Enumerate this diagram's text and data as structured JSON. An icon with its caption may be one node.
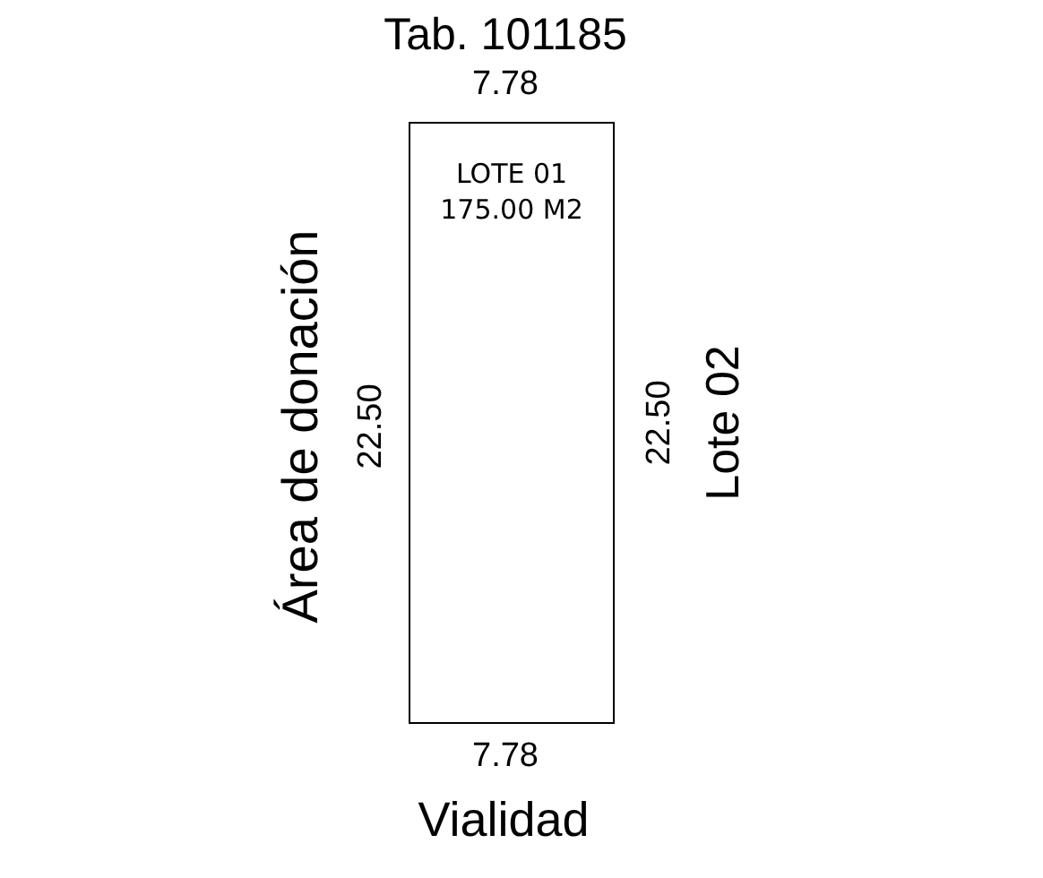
{
  "diagram": {
    "nodes": [
      {
        "text": [
          "LOTE 01",
          "175.00 M2"
        ]
      }
    ],
    "labels": [
      "Tab. 101185",
      "7.78",
      "Área de donación",
      "22.50",
      "22.50",
      "Lote 02",
      "7.78",
      "Vialidad"
    ]
  }
}
